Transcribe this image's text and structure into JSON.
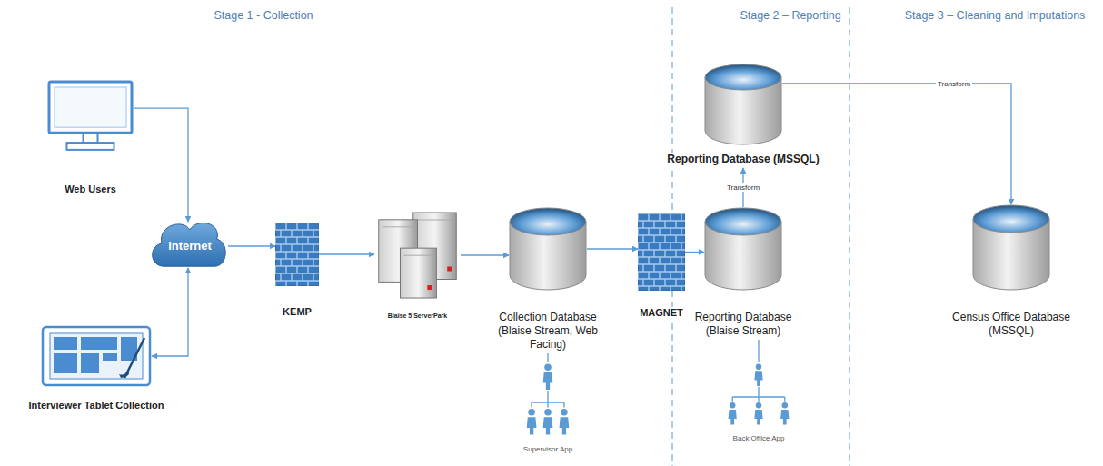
{
  "diagram": {
    "nodes": [
      {
        "text": [
          "Web Users"
        ]
      },
      {
        "text": [
          "Internet"
        ]
      },
      {
        "text": [
          "Interviewer Tablet Collection"
        ]
      },
      {
        "text": [
          "KEMP"
        ]
      },
      {
        "text": [
          "Blaise 5 ServerPark"
        ]
      },
      {
        "text": [
          "Collection Database (Blaise Stream, Web Facing)"
        ]
      },
      {
        "text": [
          "Supervisor App"
        ]
      },
      {
        "text": [
          "MAGNET"
        ]
      },
      {
        "text": [
          "Reporting Database (MSSQL)"
        ]
      },
      {
        "text": [
          "Reporting Database (Blaise Stream)"
        ]
      },
      {
        "text": [
          "Back Office App"
        ]
      },
      {
        "text": [
          "Census Office Database (MSSQL)"
        ]
      }
    ],
    "edges": [
      {
        "from": 0,
        "to": 1,
        "arrow": "to"
      },
      {
        "from": 2,
        "to": 1,
        "arrow": "both"
      },
      {
        "from": 1,
        "to": 3,
        "arrow": "to"
      },
      {
        "from": 3,
        "to": 4,
        "arrow": "to"
      },
      {
        "from": 4,
        "to": 5,
        "arrow": "to"
      },
      {
        "from": 6,
        "to": 5,
        "arrow": "none"
      },
      {
        "from": 5,
        "to": 7,
        "arrow": "to"
      },
      {
        "from": 7,
        "to": 9,
        "arrow": "to"
      },
      {
        "from": 10,
        "to": 9,
        "arrow": "none"
      },
      {
        "from": 9,
        "to": 8,
        "label": "Transform",
        "arrow": "to"
      },
      {
        "from": 8,
        "to": 11,
        "label": "Transform",
        "arrow": "to"
      }
    ],
    "labels": [
      "Stage 1 - Collection",
      "Stage 2 – Reporting",
      "Stage 3 – Cleaning and Imputations"
    ]
  }
}
